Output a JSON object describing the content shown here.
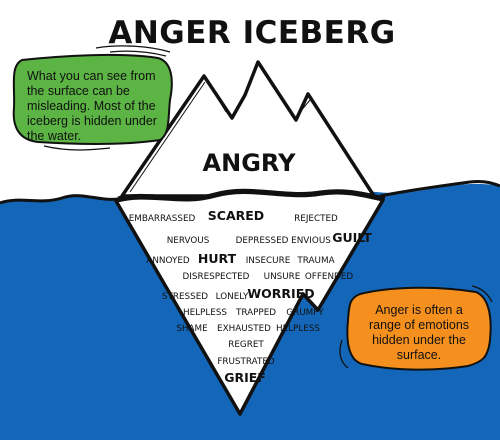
{
  "title": "ANGER ICEBERG",
  "tip_label": "ANGRY",
  "notes": {
    "visible": "What you can see from the surface can be misleading. Most of the iceberg is hidden under the water.",
    "hidden": "Anger is often a range of emotions hidden under the surface."
  },
  "emotions": [
    {
      "text": "EMBARRASSED",
      "emphasis": false
    },
    {
      "text": "SCARED",
      "emphasis": true
    },
    {
      "text": "REJECTED",
      "emphasis": false
    },
    {
      "text": "NERVOUS",
      "emphasis": false
    },
    {
      "text": "DEPRESSED",
      "emphasis": false
    },
    {
      "text": "ENVIOUS",
      "emphasis": false
    },
    {
      "text": "GUILT",
      "emphasis": true
    },
    {
      "text": "ANNOYED",
      "emphasis": false
    },
    {
      "text": "HURT",
      "emphasis": true
    },
    {
      "text": "INSECURE",
      "emphasis": false
    },
    {
      "text": "TRAUMA",
      "emphasis": false
    },
    {
      "text": "DISRESPECTED",
      "emphasis": false
    },
    {
      "text": "UNSURE",
      "emphasis": false
    },
    {
      "text": "OFFENDED",
      "emphasis": false
    },
    {
      "text": "STRESSED",
      "emphasis": false
    },
    {
      "text": "LONELY",
      "emphasis": false
    },
    {
      "text": "WORRIED",
      "emphasis": true
    },
    {
      "text": "HELPLESS",
      "emphasis": false
    },
    {
      "text": "TRAPPED",
      "emphasis": false
    },
    {
      "text": "GRUMPY",
      "emphasis": false
    },
    {
      "text": "SHAME",
      "emphasis": false
    },
    {
      "text": "EXHAUSTED",
      "emphasis": false
    },
    {
      "text": "HELPLESS",
      "emphasis": false
    },
    {
      "text": "REGRET",
      "emphasis": false
    },
    {
      "text": "FRUSTRATED",
      "emphasis": false
    },
    {
      "text": "GRIEF",
      "emphasis": true
    }
  ],
  "colors": {
    "water": "#1466b8",
    "ice": "#ffffff",
    "outline": "#111111",
    "note_visible": "#5bb443",
    "note_hidden": "#f5901e"
  }
}
